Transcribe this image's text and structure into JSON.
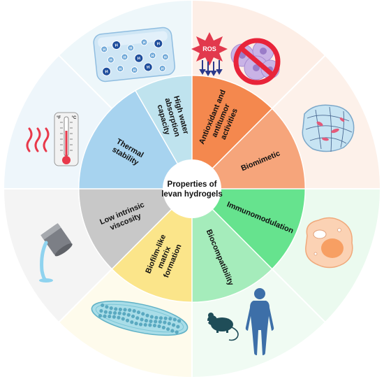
{
  "center": {
    "lines": [
      "Properties of",
      "levan hydrogels"
    ]
  },
  "segments": [
    {
      "id": "water",
      "lines": [
        "High water",
        "absorption",
        "capacity"
      ],
      "color": "#bfe3ee",
      "outer": "#eef7fa"
    },
    {
      "id": "antiox",
      "lines": [
        "Antioxidant and",
        "antitumor",
        "activities"
      ],
      "color": "#f4884e",
      "outer": "#fdeee6"
    },
    {
      "id": "biomim",
      "lines": [
        "Biomimetic"
      ],
      "color": "#f6a57b",
      "outer": "#fdf1ea"
    },
    {
      "id": "immuno",
      "lines": [
        "Immunomodulation"
      ],
      "color": "#66e38e",
      "outer": "#ebfaef"
    },
    {
      "id": "biocomp",
      "lines": [
        "Biocompatibility"
      ],
      "color": "#a5ecbb",
      "outer": "#f0fbf3"
    },
    {
      "id": "biofilm",
      "lines": [
        "Biofilm-like",
        "matrix",
        "formation"
      ],
      "color": "#fbe58a",
      "outer": "#fefbec"
    },
    {
      "id": "visc",
      "lines": [
        "Low intrinsic",
        "viscosity"
      ],
      "color": "#c8c8c8",
      "outer": "#f4f4f4"
    },
    {
      "id": "thermal",
      "lines": [
        "Thermal",
        "stability"
      ],
      "color": "#a7d3ef",
      "outer": "#eef6fb"
    }
  ],
  "icons": {
    "ros_label": "ROS",
    "fahrenheit": "°F",
    "celsius": "°C",
    "ion_label": "H"
  }
}
